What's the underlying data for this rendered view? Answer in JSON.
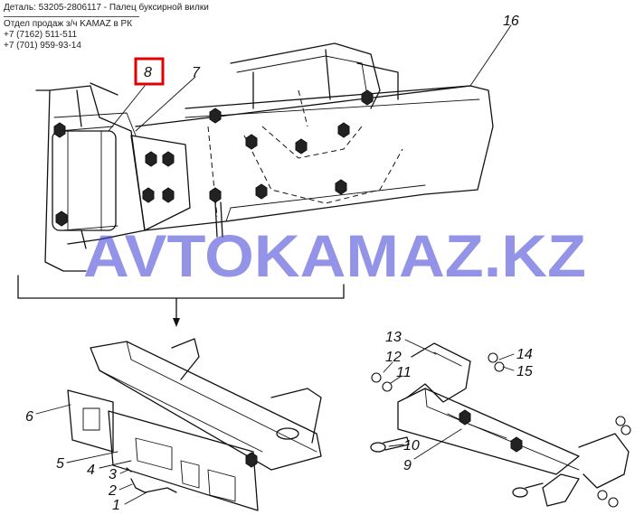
{
  "header": {
    "part_line": "Деталь: 53205-2806117 - Палец буксирной вилки",
    "divider": "----------------------------------------------------------",
    "sales_dept": "Отдел продаж з/ч KAMAZ в РК",
    "phone_1": "+7 (7162) 511-511",
    "phone_2": "+7 (701) 959-93-14"
  },
  "watermark": {
    "text": "AVTOKAMAZ.KZ",
    "color": "#3b3bd6"
  },
  "highlight": {
    "color": "#e00000",
    "callout": "8"
  },
  "callouts": [
    "16",
    "8",
    "7",
    "6",
    "5",
    "4",
    "3",
    "2",
    "1",
    "13",
    "12",
    "11",
    "14",
    "15",
    "10",
    "9"
  ]
}
